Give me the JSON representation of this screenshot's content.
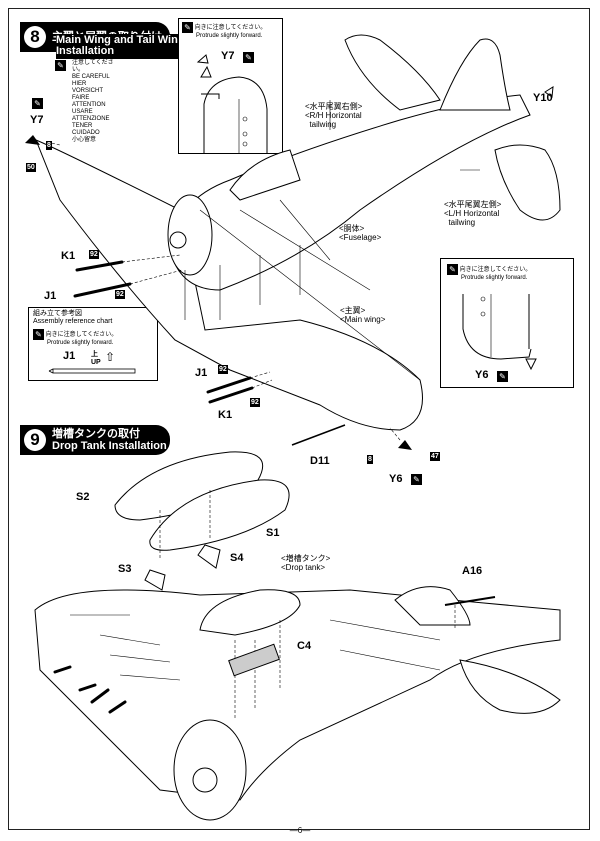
{
  "step8": {
    "number": "8",
    "title_jp": "主翼と尾翼の取り付け",
    "title_en_1": "Main Wing and Tail Wing",
    "title_en_2": "Installation"
  },
  "care_note": {
    "jp": "注意してください。",
    "lines": [
      "BE CAREFUL",
      "HIER VORSICHT",
      "FAIRE ATTENTION",
      "USARE ATTENZIONE",
      "TENER CUIDADO"
    ],
    "kr": "小心留意"
  },
  "protrude_note": {
    "jp": "向きに注意してください。",
    "en": "Protrude slightly forward."
  },
  "assembly_chart": {
    "title_jp": "組み立て参考図",
    "title_en": "Assembly reference chart",
    "part": "J1",
    "up_jp": "上",
    "up_en": "UP"
  },
  "parts": {
    "y7": "Y7",
    "y10": "Y10",
    "y6": "Y6",
    "k1": "K1",
    "j1": "J1",
    "d11": "D11",
    "s1": "S1",
    "s2": "S2",
    "s3": "S3",
    "s4": "S4",
    "c4": "C4",
    "a16": "A16"
  },
  "numbers": {
    "n8": "8",
    "n50": "50",
    "n92": "92",
    "n47": "47"
  },
  "labels": {
    "rh_tail_jp": "水平尾翼右側",
    "rh_tail_en_1": "R/H Horizontal",
    "rh_tail_en_2": "tailwing",
    "lh_tail_jp": "水平尾翼左側",
    "lh_tail_en_1": "L/H Horizontal",
    "lh_tail_en_2": "tailwing",
    "fuselage_jp": "胴体",
    "fuselage_en": "Fuselage",
    "mainwing_jp": "主翼",
    "mainwing_en": "Main wing",
    "droptank_jp": "増槽タンク",
    "droptank_en": "Drop tank"
  },
  "step9": {
    "number": "9",
    "title_jp": "増槽タンクの取付",
    "title_en": "Drop Tank Installation"
  },
  "page_number": "6",
  "icons": [
    "pencil-icon",
    "warning-icon"
  ]
}
